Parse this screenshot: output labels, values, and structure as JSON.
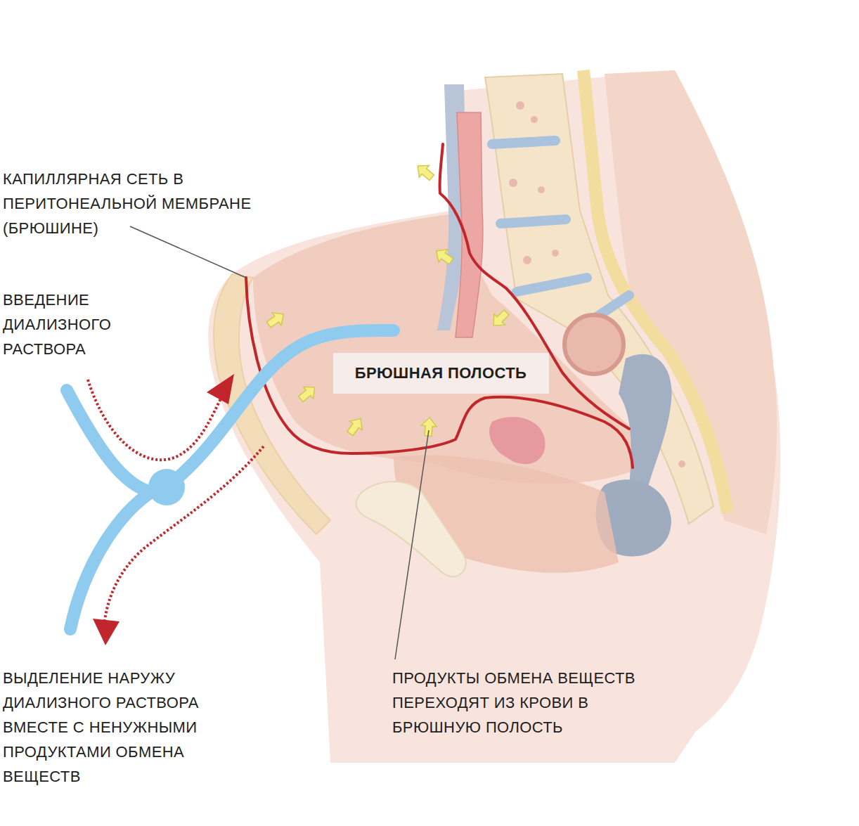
{
  "diagram": {
    "nodes": [
      {
        "text": [
          "БРЮШНАЯ ПОЛОСТЬ"
        ]
      }
    ],
    "labels": [
      "КАПИЛЛЯРНАЯ СЕТЬ В ПЕРИТОНЕАЛЬНОЙ МЕМБРАНЕ (БРЮШИНЕ)",
      "ВВЕДЕНИЕ ДИАЛИЗНОГО РАСТВОРА",
      "ВЫДЕЛЕНИЕ НАРУЖУ ДИАЛИЗНОГО РАСТВОРА ВМЕСТЕ С НЕНУЖНЫМИ ПРОДУКТАМИ ОБМЕНА ВЕЩЕСТВ",
      "ПРОДУКТЫ ОБМЕНА ВЕЩЕСТВ ПЕРЕХОДЯТ ИЗ КРОВИ В БРЮШНУЮ ПОЛОСТЬ"
    ]
  }
}
